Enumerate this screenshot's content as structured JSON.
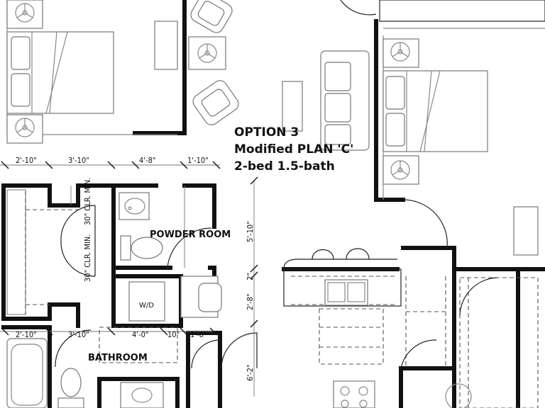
{
  "title_block": {
    "line1": "OPTION 3",
    "line2": "Modified PLAN 'C'",
    "line3": "2-bed 1.5-bath"
  },
  "rooms": {
    "powder_room": "POWDER ROOM",
    "bathroom": "BATHROOM",
    "washer_dryer": "W/D"
  },
  "clearances": {
    "left": "30\" CLR. MIN.",
    "right": "30\" CLR. MIN."
  },
  "dimensions": {
    "top_1": "2'-10\"",
    "top_2": "3'-10\"",
    "top_3": "4'-8\"",
    "top_4": "1'-10\"",
    "v_powder": "5'-10\"",
    "v_small": "2\"",
    "v_laundry": "2'-8\"",
    "v_lower": "6'-2\"",
    "bot_1": "2'-10\"",
    "bot_2": "3'-10\"",
    "bot_3": "4'-0\"",
    "bot_4": "10\"",
    "bot_5": "1'-8\""
  }
}
